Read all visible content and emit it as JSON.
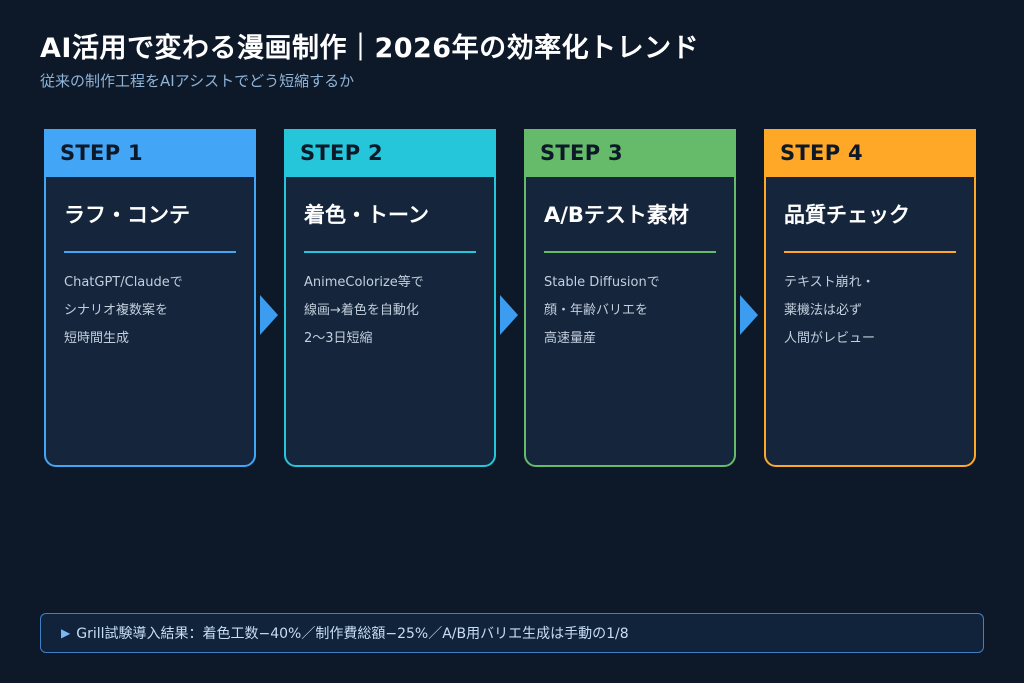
{
  "header": {
    "title": "AI活用で変わる漫画制作｜2026年の効率化トレンド",
    "subtitle": "従来の制作工程をAIアシストでどう短縮するか"
  },
  "steps": [
    {
      "step_label": "STEP 1",
      "title": "ラフ・コンテ",
      "lines": [
        "ChatGPT/Claudeで",
        "シナリオ複数案を",
        "短時間生成"
      ],
      "color": "#42a5f5"
    },
    {
      "step_label": "STEP 2",
      "title": "着色・トーン",
      "lines": [
        "AnimeColorize等で",
        "線画→着色を自動化",
        "2〜3日短縮"
      ],
      "color": "#26c6da"
    },
    {
      "step_label": "STEP 3",
      "title": "A/Bテスト素材",
      "lines": [
        "Stable Diffusionで",
        "顔・年齢バリエを",
        "高速量産"
      ],
      "color": "#66bb6a"
    },
    {
      "step_label": "STEP 4",
      "title": "品質チェック",
      "lines": [
        "テキスト崩れ・",
        "薬機法は必ず",
        "人間がレビュー"
      ],
      "color": "#ffa726"
    }
  ],
  "arrows": {
    "icon": "chevron-right-icon",
    "color": "#3b9cf0"
  },
  "footer": {
    "icon": "play-triangle-icon",
    "text": "Grill試験導入結果：着色工数−40%／制作費総額−25%／A/B用バリエ生成は手動の1/8"
  }
}
